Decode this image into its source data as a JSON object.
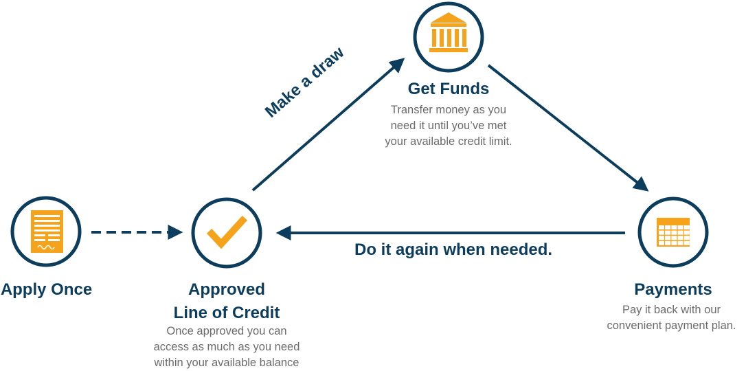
{
  "nodes": {
    "apply": {
      "title": "Apply Once"
    },
    "approved": {
      "title_lines": [
        "Approved",
        "Line of Credit"
      ],
      "desc_lines": [
        "Once approved you can",
        "access as much as you need",
        "within your available balance"
      ]
    },
    "funds": {
      "title": "Get Funds",
      "desc_lines": [
        "Transfer money as you",
        "need it until you’ve met",
        "your available credit limit."
      ]
    },
    "payments": {
      "title": "Payments",
      "desc_lines": [
        "Pay it back with our",
        "convenient payment plan."
      ]
    }
  },
  "edges": {
    "draw": "Make a draw",
    "again": "Do it again when needed."
  },
  "colors": {
    "navy": "#0d3d5c",
    "orange": "#f5a31a",
    "gray_text": "#6b6b6b"
  },
  "icons": {
    "apply": "document-icon",
    "approved": "checkmark-icon",
    "funds": "bank-icon",
    "payments": "calendar-icon"
  }
}
